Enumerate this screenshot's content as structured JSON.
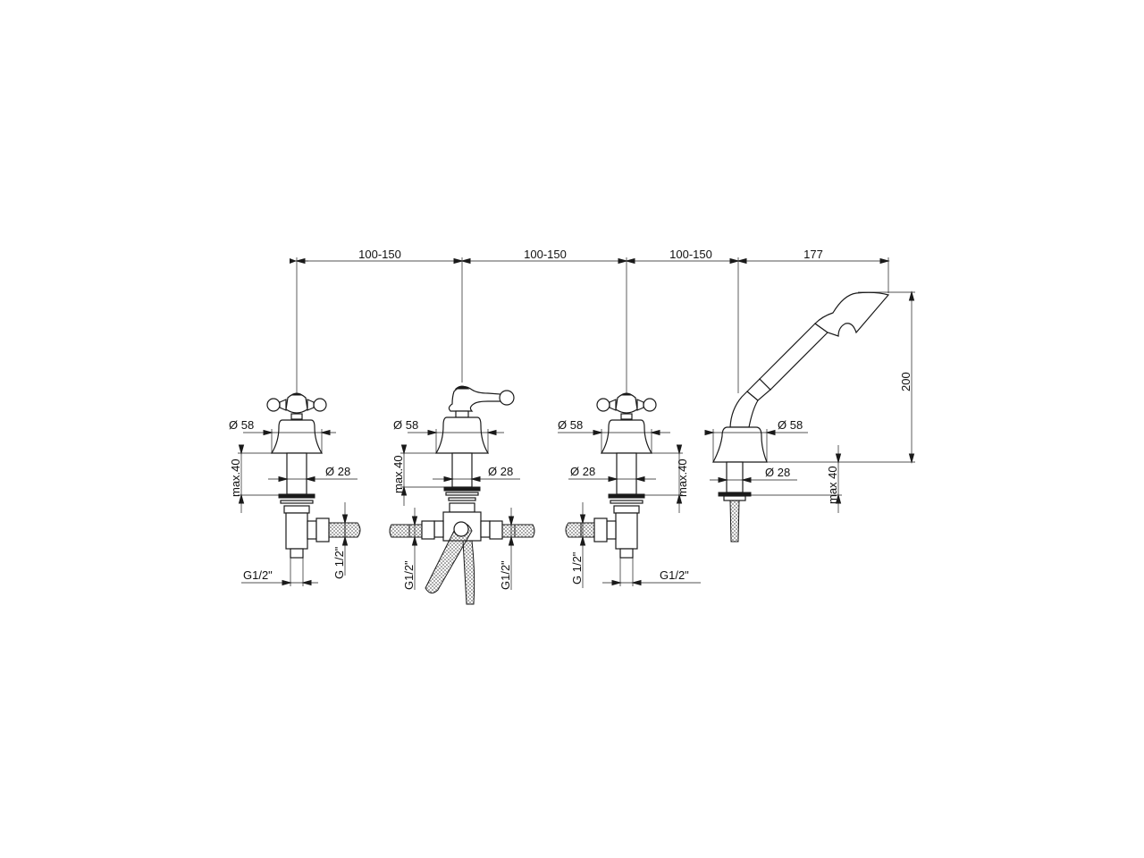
{
  "drawing": {
    "type": "technical-dimension-drawing",
    "subject": "4-hole deck-mounted bath mixer set (2 cross-handle valves, lever diverter, hand shower)",
    "top_dimensions": [
      {
        "label": "100-150"
      },
      {
        "label": "100-150"
      },
      {
        "label": "100-150"
      },
      {
        "label": "177"
      }
    ],
    "components": [
      {
        "name": "left-cross-valve",
        "flange_diameter": "Ø 58",
        "shank_diameter": "Ø 28",
        "deck_thickness": "max.40",
        "outlet_thread": "G1/2\"",
        "inlet_thread": "G 1/2\""
      },
      {
        "name": "center-lever-diverter",
        "flange_diameter": "Ø 58",
        "shank_diameter": "Ø 28",
        "deck_thickness": "max.40",
        "left_thread": "G1/2\"",
        "right_thread": "G1/2\""
      },
      {
        "name": "right-cross-valve",
        "flange_diameter": "Ø 58",
        "shank_diameter": "Ø 28",
        "deck_thickness": "max.40",
        "inlet_thread": "G 1/2\"",
        "outlet_thread": "G1/2\""
      },
      {
        "name": "hand-shower",
        "flange_diameter": "Ø 58",
        "shank_diameter": "Ø 28",
        "deck_thickness": "max 40",
        "height": "200"
      }
    ]
  }
}
